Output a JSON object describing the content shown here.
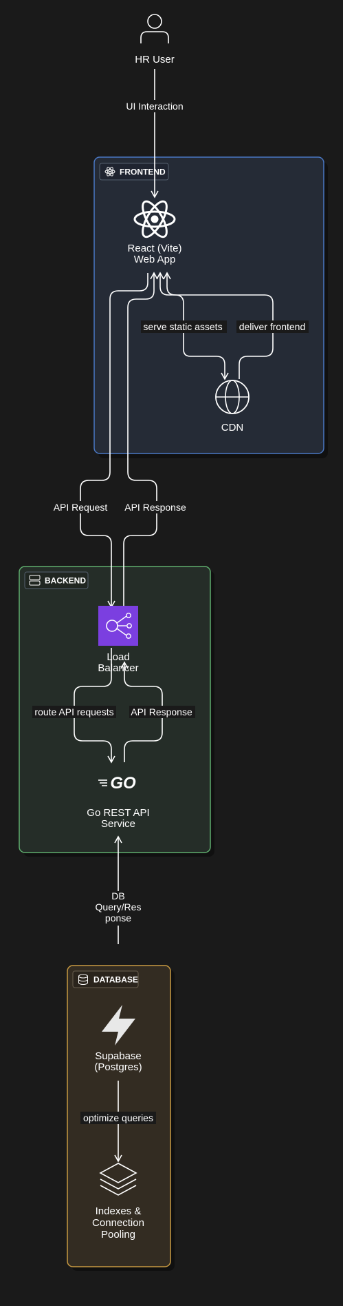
{
  "colors": {
    "background": "#1a1a1a",
    "frontend_border": "#4a78c4",
    "frontend_fill": "#252b36",
    "backend_border": "#5fae6e",
    "backend_fill": "#252d28",
    "database_border": "#c89a42",
    "database_fill": "#332c22",
    "load_balancer": "#7b3fe0",
    "text": "#ffffff"
  },
  "nodes": {
    "hr_user": {
      "label": "HR User",
      "icon": "user-icon"
    },
    "web_app": {
      "label_line1": "React (Vite)",
      "label_line2": "Web App",
      "icon": "react-icon"
    },
    "cdn": {
      "label": "CDN",
      "icon": "globe-icon"
    },
    "load_balancer": {
      "label_line1": "Load",
      "label_line2": "Balancer",
      "icon": "load-balancer-icon"
    },
    "go_api": {
      "label_line1": "Go REST API",
      "label_line2": "Service",
      "icon": "go-logo",
      "logo_text": "GO"
    },
    "supabase": {
      "label_line1": "Supabase",
      "label_line2": "(Postgres)",
      "icon": "supabase-bolt-icon"
    },
    "indexes": {
      "label_line1": "Indexes &",
      "label_line2": "Connection",
      "label_line3": "Pooling",
      "icon": "layers-icon"
    }
  },
  "groups": {
    "frontend": {
      "label": "FRONTEND",
      "icon": "react-icon"
    },
    "backend": {
      "label": "BACKEND",
      "icon": "server-icon"
    },
    "database": {
      "label": "DATABASE",
      "icon": "database-icon"
    }
  },
  "edges": {
    "ui_interaction": "UI Interaction",
    "serve_static": "serve static assets",
    "deliver_frontend": "deliver frontend",
    "api_request": "API Request",
    "api_response_top": "API Response",
    "route_api": "route API requests",
    "api_response_backend": "API Response",
    "db_query_line1": "DB",
    "db_query_line2": "Query/Res",
    "db_query_line3": "ponse",
    "optimize_queries": "optimize queries"
  }
}
